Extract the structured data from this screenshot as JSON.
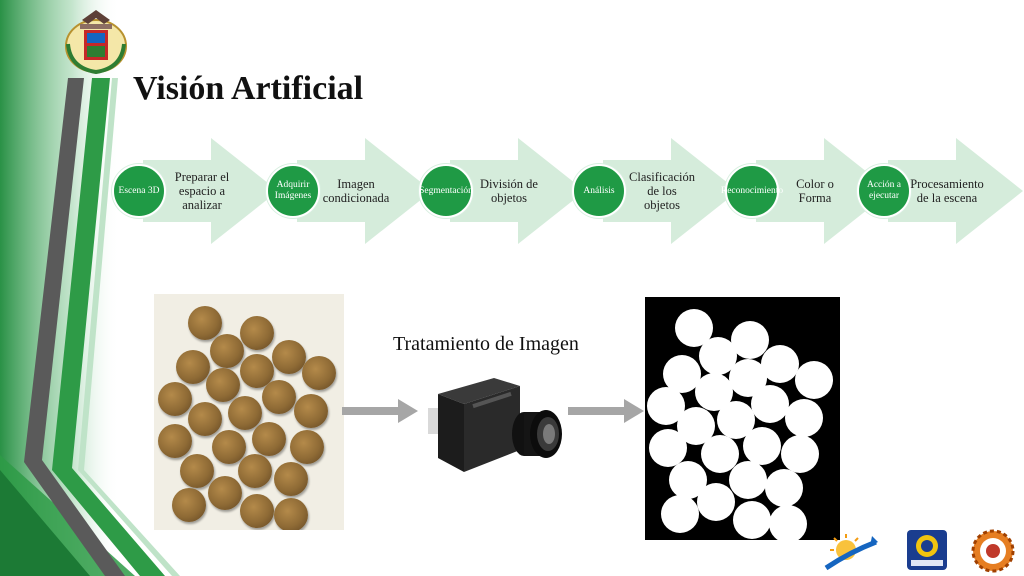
{
  "slide": {
    "title": "Visión Artificial",
    "caption": "Tratamiento de Imagen"
  },
  "process_steps": [
    {
      "circle": "Escena 3D",
      "label": "Preparar el espacio a analizar"
    },
    {
      "circle": "Adquirir Imágenes",
      "label": "Imagen condicionada"
    },
    {
      "circle": "Segmentación",
      "label": "División de objetos"
    },
    {
      "circle": "Análisis",
      "label": "Clasificación de los objetos"
    },
    {
      "circle": "Reconocimiento",
      "label": "Color o Forma"
    },
    {
      "circle": "Acción a ejecutar",
      "label": "Procesamiento de la escena"
    }
  ],
  "colors": {
    "step_circle": "#1f9a45",
    "step_arrow": "#d5ecdb",
    "deco_green": "#2e9b47",
    "deco_gray": "#5a5a5a",
    "flow_arrow": "#a6a6a6"
  },
  "icons": {
    "university_crest": "crest-icon",
    "industrial_camera": "camera-icon",
    "mecatronica_logo": "gear-logo-icon"
  }
}
